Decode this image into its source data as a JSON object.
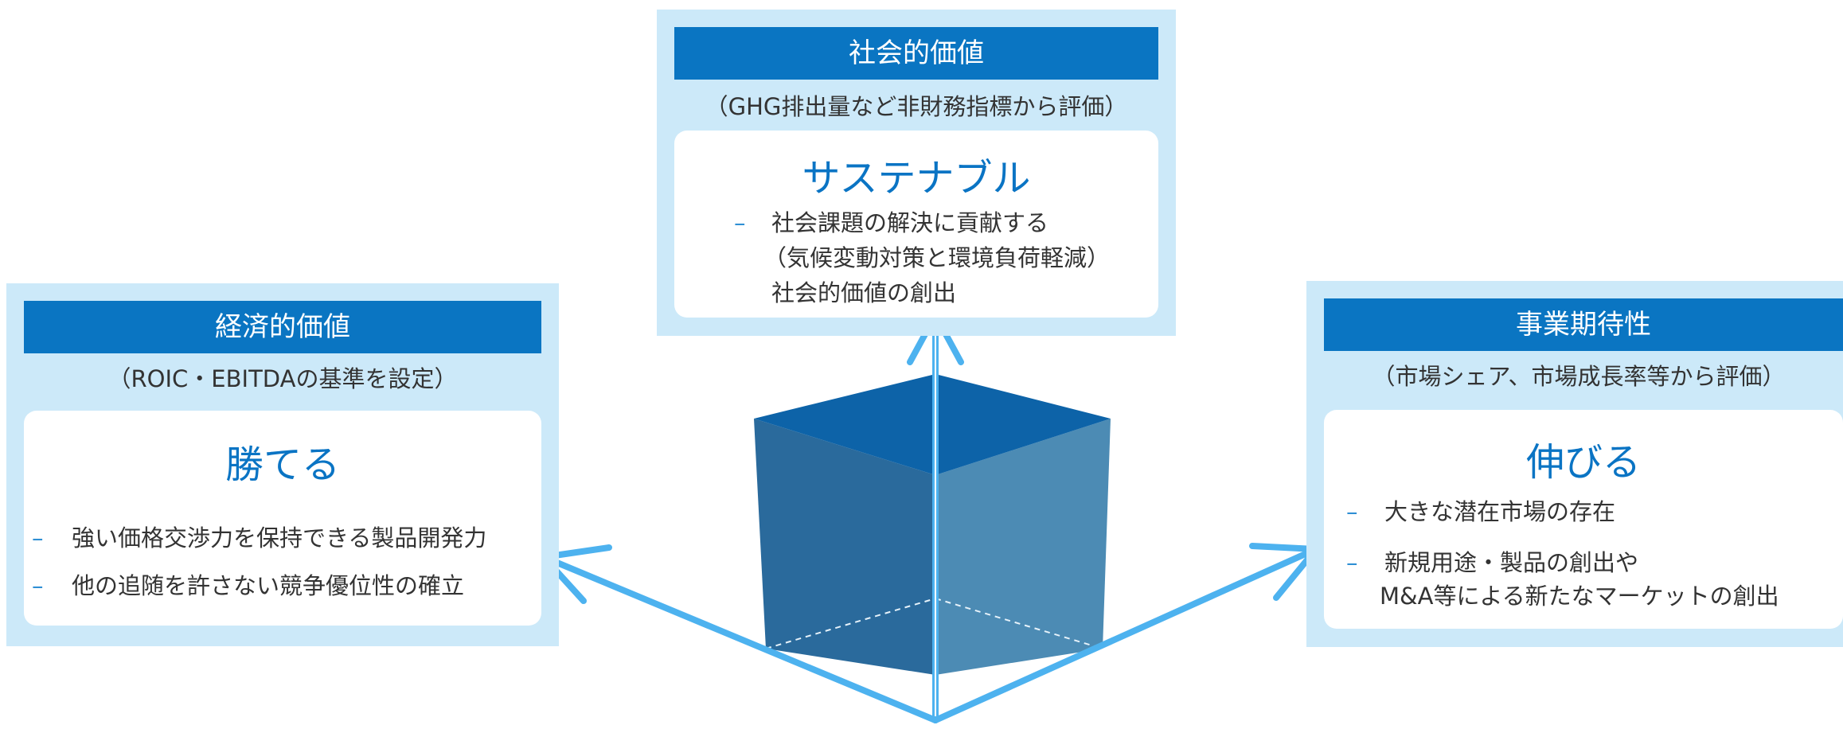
{
  "panels": {
    "social": {
      "header": "社会的価値",
      "subtitle": "（GHG排出量など非財務指標から評価）",
      "title": "サステナブル",
      "bullets": [
        {
          "lines": [
            "社会課題の解決に貢献する",
            "（気候変動対策と環境負荷軽減）",
            "社会的価値の創出"
          ]
        }
      ]
    },
    "economic": {
      "header": "経済的価値",
      "subtitle": "（ROIC・EBITDAの基準を設定）",
      "title": "勝てる",
      "bullets": [
        {
          "lines": [
            "強い価格交渉力を保持できる製品開発力"
          ]
        },
        {
          "lines": [
            "他の追随を許さない競争優位性の確立"
          ]
        }
      ]
    },
    "growth": {
      "header": "事業期待性",
      "subtitle": "（市場シェア、市場成長率等から評価）",
      "title": "伸びる",
      "bullets": [
        {
          "lines": [
            "大きな潜在市場の存在"
          ]
        },
        {
          "lines": [
            "新規用途・製品の創出や",
            "M&A等による新たなマーケットの創出"
          ]
        }
      ]
    }
  },
  "bullet_marker": "–",
  "colors": {
    "panel_bg": "#cce9f9",
    "header_bg": "#0a75c2",
    "title_text": "#0a74c4",
    "arrow": "#4db2ef",
    "cube_top": "#0d63a8",
    "cube_left": "#2a6a9c",
    "cube_right": "#4c8bb4"
  }
}
